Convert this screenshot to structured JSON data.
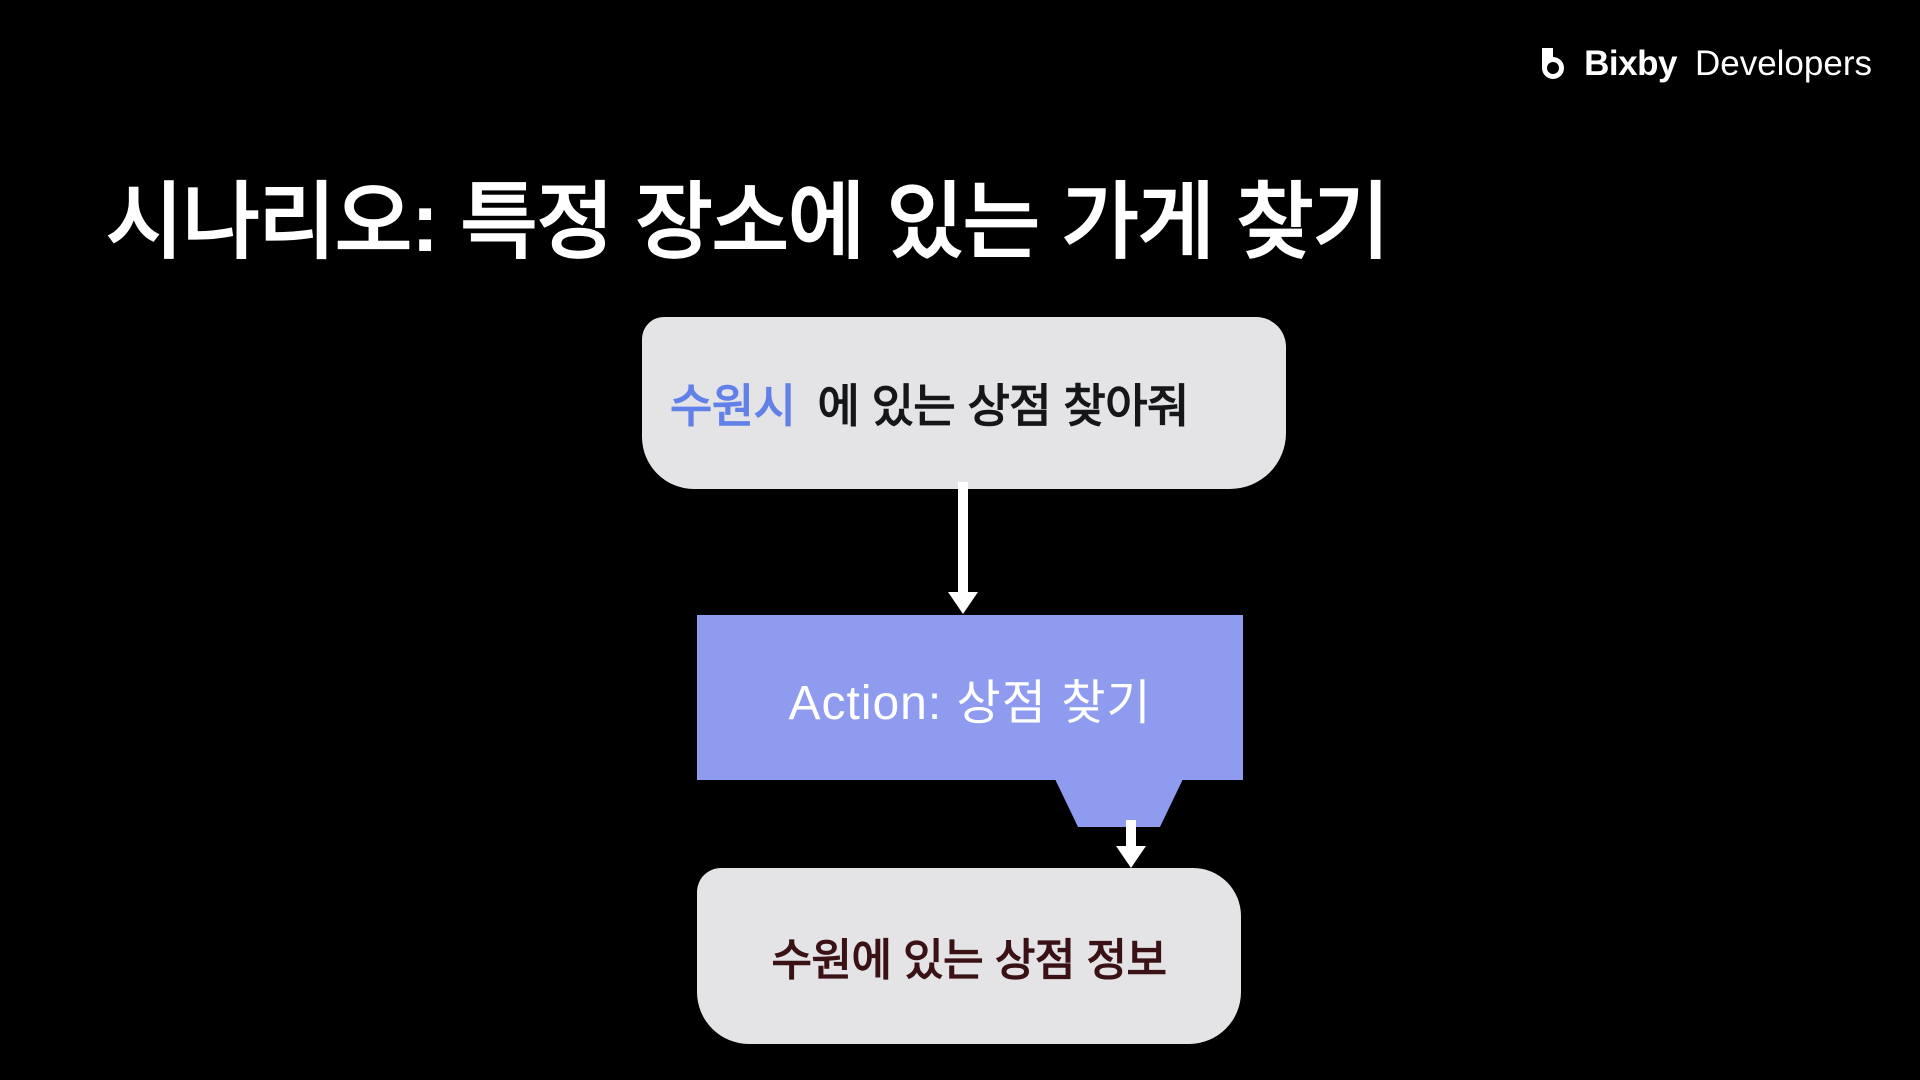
{
  "slide": {
    "background_color": "#000000",
    "title": "시나리오: 특정 장소에 있는 가게 찾기"
  },
  "brand": {
    "mark_icon": "bixby-logo-icon",
    "name": "Bixby",
    "suffix": "Developers",
    "color": "#ffffff"
  },
  "diagram": {
    "type": "flow",
    "utterance_bubble": {
      "slot_text": "수원시",
      "slot_color": "#6180e8",
      "rest_text": "에 있는 상점 찾아줘",
      "text_color": "#15161a",
      "background_color": "#e4e4e6"
    },
    "arrow_1": {
      "icon": "down-arrow-icon",
      "color": "#ffffff"
    },
    "action_box": {
      "label": "Action: 상점 찾기",
      "background_color": "#8f9bef",
      "text_color": "#ffffff",
      "tail_icon": "trapezoid-tail-icon"
    },
    "arrow_2": {
      "icon": "down-arrow-icon",
      "color": "#ffffff"
    },
    "result_bubble": {
      "text": "수원에 있는 상점 정보",
      "text_color": "#3a1216",
      "background_color": "#e4e4e6"
    }
  }
}
